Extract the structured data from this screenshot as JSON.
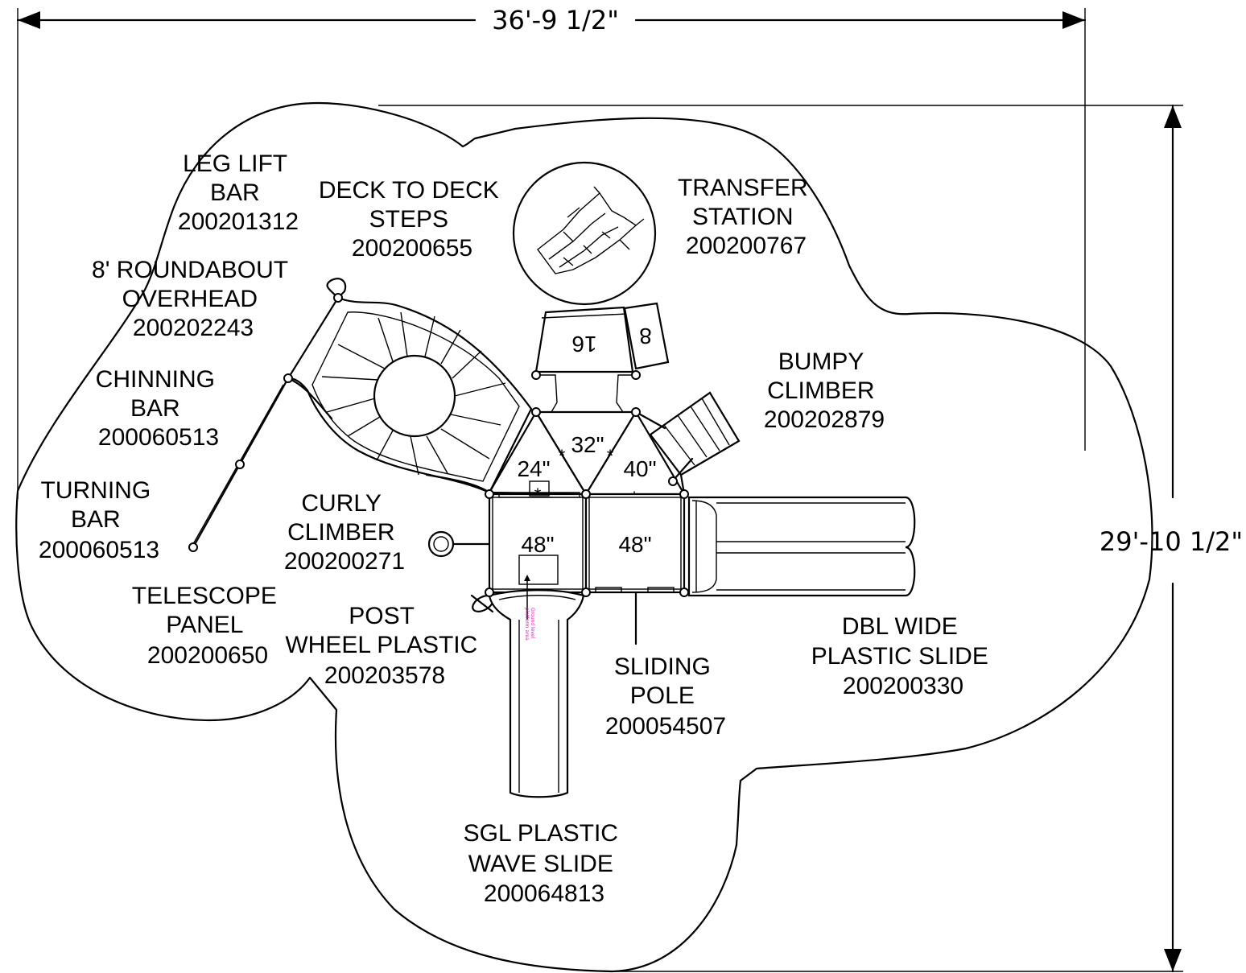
{
  "dimensions": {
    "width": "36'-9 1/2\"",
    "depth": "29'-10 1/2\""
  },
  "deck_heights": {
    "h32": "32\"",
    "h24": "24\"",
    "h40": "40\"",
    "h48a": "48\"",
    "h48b": "48\""
  },
  "step_labels": {
    "s16": "16",
    "s8": "8"
  },
  "components": [
    {
      "lines": [
        "LEG LIFT",
        "BAR",
        "200201312"
      ]
    },
    {
      "lines": [
        "DECK TO DECK",
        "STEPS",
        "200200655"
      ]
    },
    {
      "lines": [
        "TRANSFER",
        "STATION",
        "200200767"
      ]
    },
    {
      "lines": [
        "8' ROUNDABOUT",
        "OVERHEAD",
        "200202243"
      ]
    },
    {
      "lines": [
        "BUMPY",
        "CLIMBER",
        "200202879"
      ]
    },
    {
      "lines": [
        "CHINNING",
        "BAR",
        "200060513"
      ]
    },
    {
      "lines": [
        "TURNING",
        "BAR",
        "200060513"
      ]
    },
    {
      "lines": [
        "CURLY",
        "CLIMBER",
        "200200271"
      ]
    },
    {
      "lines": [
        "TELESCOPE",
        "PANEL",
        "200200650"
      ]
    },
    {
      "lines": [
        "POST",
        "WHEEL PLASTIC",
        "200203578"
      ]
    },
    {
      "lines": [
        "SLIDING",
        "POLE",
        "200054507"
      ]
    },
    {
      "lines": [
        "DBL WIDE",
        "PLASTIC SLIDE",
        "200200330"
      ]
    },
    {
      "lines": [
        "SGL PLASTIC",
        "WAVE SLIDE",
        "200064813"
      ]
    }
  ]
}
